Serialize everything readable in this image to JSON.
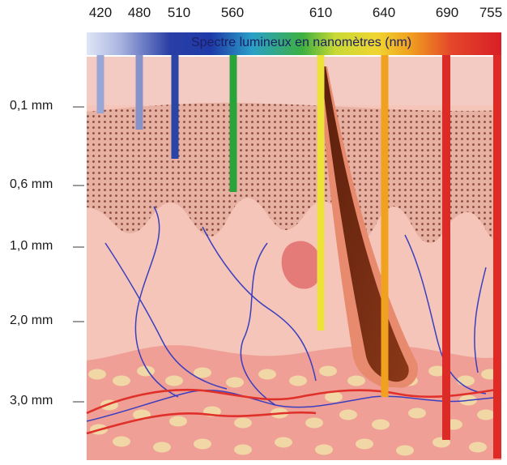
{
  "wavelength_axis": {
    "labels": [
      "420",
      "480",
      "510",
      "560",
      "610",
      "640",
      "690",
      "755"
    ],
    "band_label": "Spectre lumineux en nanomètres (nm)"
  },
  "depth_axis": {
    "labels": [
      "0,1 mm",
      "0,6 mm",
      "1,0 mm",
      "2,0 mm",
      "3,0 mm"
    ]
  },
  "penetration_bars": [
    {
      "wavelength": "420",
      "color": "#9aa6d6",
      "depth": "0,1 mm"
    },
    {
      "wavelength": "480",
      "color": "#8793c8",
      "depth": "between 0,1 mm and 0,6 mm"
    },
    {
      "wavelength": "510",
      "color": "#2b45a6",
      "depth": "between 0,1 mm and 0,6 mm"
    },
    {
      "wavelength": "560",
      "color": "#2aa33a",
      "depth": "0,6 mm"
    },
    {
      "wavelength": "610",
      "color": "#ece23a",
      "depth": "2,0 mm"
    },
    {
      "wavelength": "640",
      "color": "#f0a21e",
      "depth": "3,0 mm"
    },
    {
      "wavelength": "690",
      "color": "#dc2a26",
      "depth": "below 3,0 mm"
    },
    {
      "wavelength": "755",
      "color": "#e02a26",
      "depth": "below 3,0 mm"
    }
  ],
  "colors": {
    "epidermis": "#f1c8bf",
    "dermis": "#f4c5b8",
    "hypodermis": "#ef9f96",
    "fat_cells": "#f1d7a5",
    "hair": "#7a2c12",
    "vein": "#3b3fbf",
    "artery": "#e0302a"
  }
}
